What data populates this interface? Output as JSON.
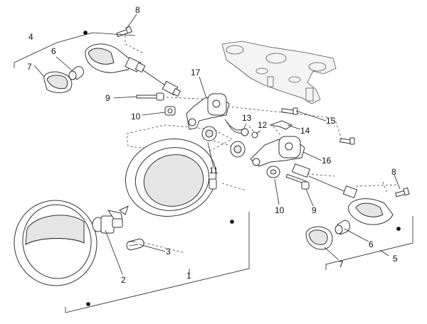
{
  "callouts": [
    {
      "id": "c1",
      "text": "1"
    },
    {
      "id": "c2",
      "text": "2"
    },
    {
      "id": "c3",
      "text": "3"
    },
    {
      "id": "c4",
      "text": "4"
    },
    {
      "id": "c5",
      "text": "5"
    },
    {
      "id": "c6a",
      "text": "6"
    },
    {
      "id": "c6b",
      "text": "6"
    },
    {
      "id": "c7a",
      "text": "7"
    },
    {
      "id": "c7b",
      "text": "7"
    },
    {
      "id": "c8a",
      "text": "8"
    },
    {
      "id": "c8b",
      "text": "8"
    },
    {
      "id": "c9a",
      "text": "9"
    },
    {
      "id": "c9b",
      "text": "9"
    },
    {
      "id": "c10a",
      "text": "10"
    },
    {
      "id": "c10b",
      "text": "10"
    },
    {
      "id": "c11",
      "text": "11"
    },
    {
      "id": "c12",
      "text": "12"
    },
    {
      "id": "c13",
      "text": "13"
    },
    {
      "id": "c14",
      "text": "14"
    },
    {
      "id": "c15",
      "text": "15"
    },
    {
      "id": "c16",
      "text": "16"
    },
    {
      "id": "c17",
      "text": "17"
    }
  ]
}
